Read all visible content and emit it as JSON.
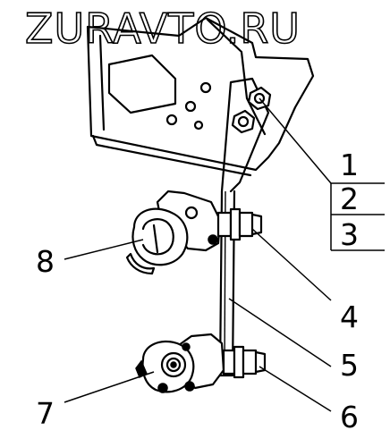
{
  "watermark": "ZURAVTO.RU",
  "callouts": {
    "c1": "1",
    "c2": "2",
    "c3": "3",
    "c4": "4",
    "c5": "5",
    "c6": "6",
    "c7": "7",
    "c8": "8"
  }
}
